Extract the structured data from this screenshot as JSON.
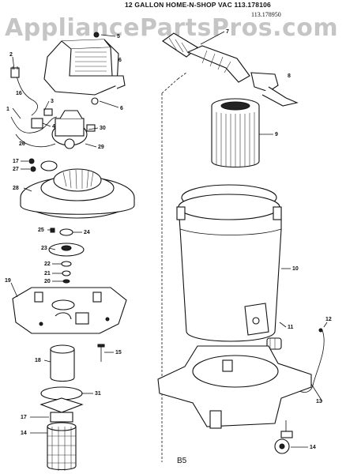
{
  "header": {
    "title": "12 GALLON HOME-N-SHOP VAC 113.178106",
    "model_number": "113.178950",
    "watermark": "AppliancePartsPros.com"
  },
  "footer": {
    "page_code": "B5"
  },
  "callouts": {
    "c1": "1",
    "c2": "2",
    "c3": "3",
    "c4": "4",
    "c5": "5",
    "c6": "6",
    "c7": "7",
    "c8": "8",
    "c9": "9",
    "c10": "10",
    "c11": "11",
    "c12": "12",
    "c13": "13",
    "c14": "14",
    "c15": "15",
    "c16": "16",
    "c17": "17",
    "c18": "18",
    "c19": "19",
    "c20": "20",
    "c21": "21",
    "c22": "22",
    "c23": "23",
    "c24": "24",
    "c25": "25",
    "c26": "26",
    "c27": "27",
    "c28": "28",
    "c29": "29",
    "c30": "30",
    "c31": "31",
    "c14b": "14",
    "c17b": "17",
    "c6b": "6"
  }
}
